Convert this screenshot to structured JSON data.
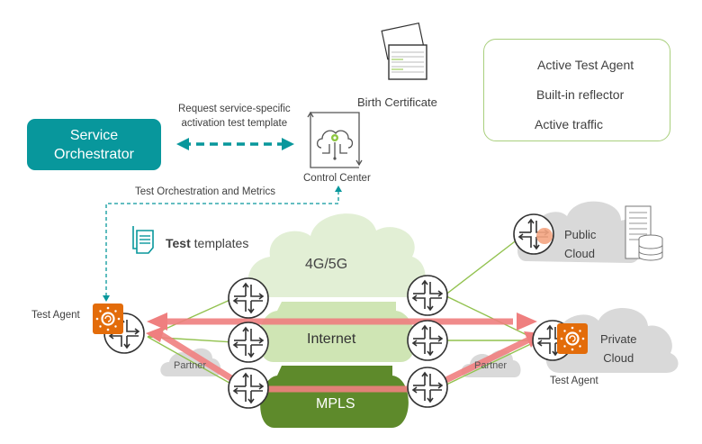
{
  "legend": {
    "items": [
      {
        "icon": "active-test-agent-icon",
        "label": "Active  Test Agent"
      },
      {
        "icon": "built-in-reflector-icon",
        "label": "Built-in reflector"
      },
      {
        "icon": "active-traffic-line-icon",
        "label": "Active traffic"
      }
    ]
  },
  "colors": {
    "teal": "#08979c",
    "agent_orange": "#e36c0a",
    "reflector": "#f4a582",
    "traffic": "#ef7f7f",
    "cloud_4g5g": "#e2efd5",
    "cloud_internet": "#cfe5b4",
    "cloud_mpls": "#5e8a2b",
    "cloud_grey": "#d9d9d9",
    "link_green": "#92c24f"
  },
  "service_orchestrator": {
    "line1": "Service",
    "line2": "Orchestrator"
  },
  "request_label": {
    "line1": "Request service-specific",
    "line2": "activation test template"
  },
  "control_center": {
    "label": "Control Center"
  },
  "birth_certificate": {
    "label": "Birth Certificate"
  },
  "test_orchestration": {
    "label": "Test Orchestration and Metrics"
  },
  "test_templates": {
    "bold": "Test",
    "rest": " templates"
  },
  "networks": {
    "cellular": "4G/5G",
    "internet": "Internet",
    "mpls": "MPLS"
  },
  "partner_left": "Partner",
  "partner_right": "Partner",
  "public_cloud": {
    "line1": "Public",
    "line2": "Cloud"
  },
  "private_cloud": {
    "line1": "Private",
    "line2": "Cloud"
  },
  "test_agent_left": "Test Agent",
  "test_agent_right": "Test Agent"
}
